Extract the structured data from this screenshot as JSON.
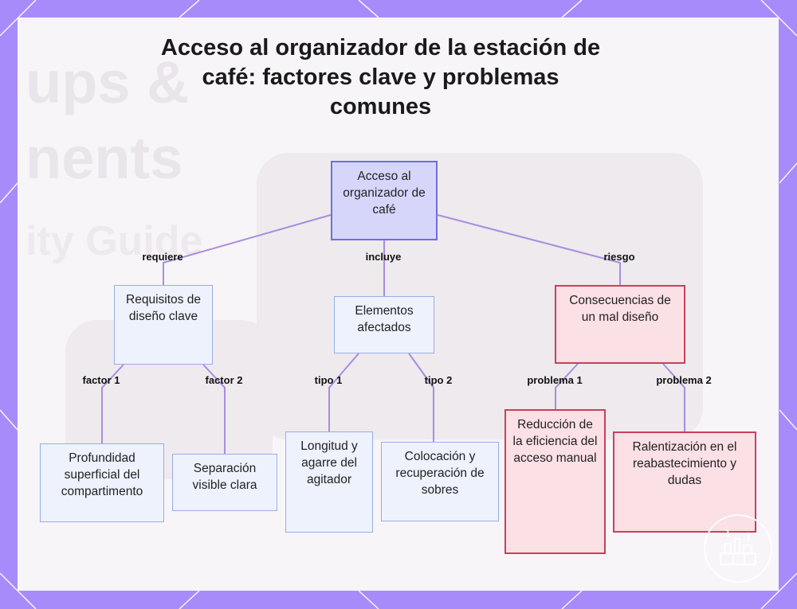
{
  "diagram": {
    "title": "Acceso al organizador de la estación de café: factores clave y problemas comunes",
    "colors": {
      "root_fill": "#d6d6fb",
      "root_border": "#6f6fd6",
      "node_fill": "#eef2fd",
      "node_border": "#9aaee6",
      "risk_fill": "#fbe0e6",
      "risk_border": "#c9405a",
      "edge": "#a98ddd",
      "frame": "#a78bfa"
    },
    "nodes": {
      "root": "Acceso al organizador de café",
      "design": "Requisitos de diseño clave",
      "elements": "Elementos afectados",
      "consequences": "Consecuencias de un mal diseño",
      "depth": "Profundidad superficial del compartimento",
      "separation": "Separación visible clara",
      "stirrer": "Longitud y agarre del agitador",
      "sachets": "Colocación y recuperación de sobres",
      "efficiency": "Reducción de la eficiencia del acceso manual",
      "restock": "Ralentización en el reabastecimiento y dudas"
    },
    "edges": {
      "requires": "requiere",
      "includes": "incluye",
      "risk": "riesgo",
      "factor1": "factor 1",
      "factor2": "factor 2",
      "type1": "tipo 1",
      "type2": "tipo 2",
      "problem1": "problema 1",
      "problem2": "problema 2"
    },
    "background": {
      "ghost1": "ups &",
      "ghost2": "nents",
      "ghost3": "ity Guide"
    }
  }
}
